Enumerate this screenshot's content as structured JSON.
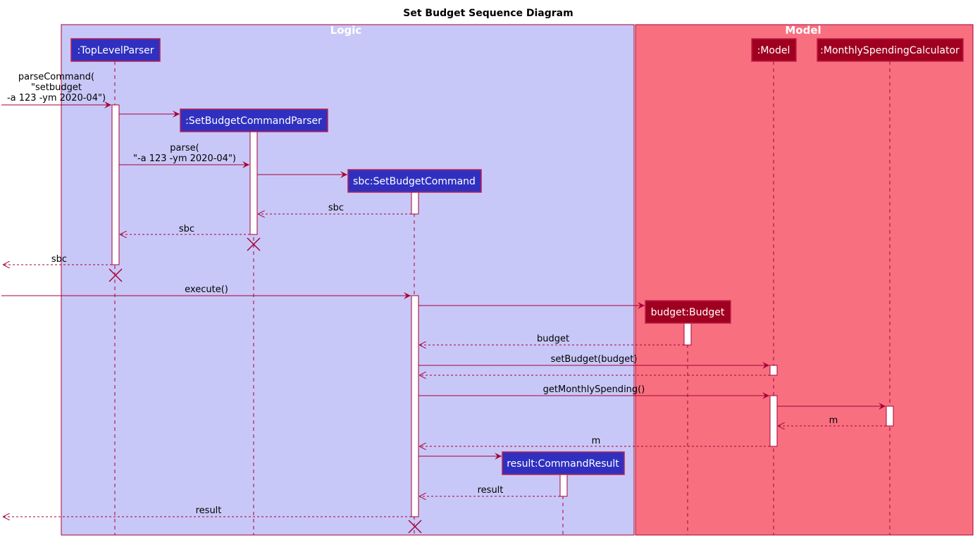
{
  "title": "Set Budget Sequence Diagram",
  "boxes": {
    "logic": {
      "label": "Logic",
      "fill": "#C8C8F8"
    },
    "model": {
      "label": "Model",
      "fill": "#F87080"
    }
  },
  "participants": {
    "top_level_parser": ":TopLevelParser",
    "set_budget_command_parser": ":SetBudgetCommandParser",
    "set_budget_command": "sbc:SetBudgetCommand",
    "budget": "budget:Budget",
    "model": ":Model",
    "monthly_spending_calculator": ":MonthlySpendingCalculator",
    "command_result": "result:CommandResult"
  },
  "messages": {
    "parse_command": [
      "parseCommand(",
      "\"setbudget",
      "-a 123 -ym 2020-04\")"
    ],
    "parse": [
      "parse(",
      "\"-a 123 -ym 2020-04\")"
    ],
    "sbc_return_1": "sbc",
    "sbc_return_2": "sbc",
    "sbc_return_3": "sbc",
    "execute": "execute()",
    "budget_return": "budget",
    "set_budget": "setBudget(budget)",
    "get_monthly_spending": "getMonthlySpending()",
    "m_return_1": "m",
    "m_return_2": "m",
    "result_return_1": "result",
    "result_return_2": "result"
  },
  "colors": {
    "logic_participant": "#3030C0",
    "model_participant": "#A00020",
    "participant_border": "#C0204A",
    "arrow": "#A80036",
    "box_border": "#A80036"
  }
}
